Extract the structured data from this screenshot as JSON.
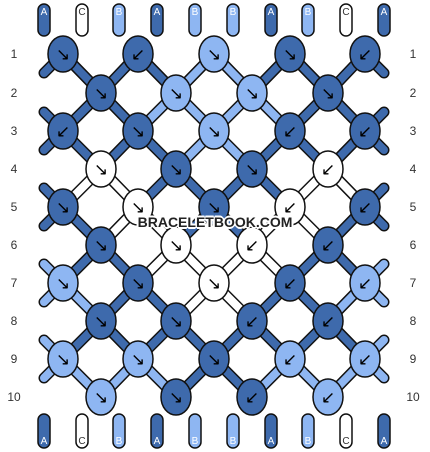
{
  "colors": {
    "A": "#3e6aac",
    "B": "#8eb6f2",
    "C": "#ffffff",
    "outline": "#111111"
  },
  "strings_top": [
    "A",
    "C",
    "B",
    "A",
    "B",
    "B",
    "A",
    "B",
    "C",
    "A"
  ],
  "strings_bottom": [
    "A",
    "C",
    "B",
    "A",
    "B",
    "B",
    "A",
    "B",
    "C",
    "A"
  ],
  "row_labels": [
    "1",
    "2",
    "3",
    "4",
    "5",
    "6",
    "7",
    "8",
    "9",
    "10"
  ],
  "knots": [
    [
      {
        "c": "A",
        "d": "↘"
      },
      {
        "c": "A",
        "d": "↙"
      },
      {
        "c": "B",
        "d": "↘"
      },
      {
        "c": "A",
        "d": "↘"
      },
      {
        "c": "A",
        "d": "↙"
      }
    ],
    [
      {
        "c": "A",
        "d": "↘"
      },
      {
        "c": "B",
        "d": "↘"
      },
      {
        "c": "B",
        "d": "↘"
      },
      {
        "c": "A",
        "d": "↘"
      }
    ],
    [
      {
        "c": "A",
        "d": "↙"
      },
      {
        "c": "A",
        "d": "↘"
      },
      {
        "c": "B",
        "d": "↘"
      },
      {
        "c": "A",
        "d": "↙"
      },
      {
        "c": "A",
        "d": "↙"
      }
    ],
    [
      {
        "c": "C",
        "d": "↘"
      },
      {
        "c": "A",
        "d": "↘"
      },
      {
        "c": "A",
        "d": "↘"
      },
      {
        "c": "C",
        "d": "↙"
      }
    ],
    [
      {
        "c": "A",
        "d": "↘"
      },
      {
        "c": "C",
        "d": "↘"
      },
      {
        "c": "A",
        "d": "↘"
      },
      {
        "c": "C",
        "d": "↙"
      },
      {
        "c": "A",
        "d": "↙"
      }
    ],
    [
      {
        "c": "A",
        "d": "↘"
      },
      {
        "c": "C",
        "d": "↘"
      },
      {
        "c": "C",
        "d": "↙"
      },
      {
        "c": "A",
        "d": "↙"
      }
    ],
    [
      {
        "c": "B",
        "d": "↘"
      },
      {
        "c": "A",
        "d": "↘"
      },
      {
        "c": "C",
        "d": "↘"
      },
      {
        "c": "A",
        "d": "↙"
      },
      {
        "c": "B",
        "d": "↙"
      }
    ],
    [
      {
        "c": "A",
        "d": "↘"
      },
      {
        "c": "A",
        "d": "↘"
      },
      {
        "c": "A",
        "d": "↙"
      },
      {
        "c": "A",
        "d": "↙"
      }
    ],
    [
      {
        "c": "B",
        "d": "↘"
      },
      {
        "c": "B",
        "d": "↘"
      },
      {
        "c": "A",
        "d": "↘"
      },
      {
        "c": "B",
        "d": "↙"
      },
      {
        "c": "B",
        "d": "↙"
      }
    ],
    [
      {
        "c": "B",
        "d": "↘"
      },
      {
        "c": "A",
        "d": "↘"
      },
      {
        "c": "A",
        "d": "↙"
      },
      {
        "c": "B",
        "d": "↙"
      }
    ]
  ],
  "watermark": "BRACELETBOOK.COM"
}
